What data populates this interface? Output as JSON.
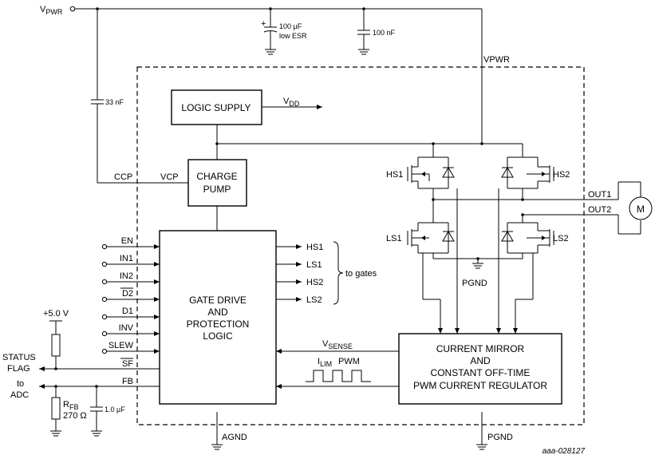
{
  "supply": {
    "vpwr_left": "V",
    "vpwr_left_sub": "PWR",
    "vpwr_bus": "VPWR"
  },
  "caps": {
    "c_bulk_1": "100 µF",
    "c_bulk_2": "low ESR",
    "c_dec": "100 nF",
    "c_pump": "33 nF",
    "c_fb": "1.0 µF"
  },
  "blocks": {
    "logic_supply": "LOGIC SUPPLY",
    "vdd": "V",
    "vdd_sub": "DD",
    "charge_pump_1": "CHARGE",
    "charge_pump_2": "PUMP",
    "ccp": "CCP",
    "vcp": "VCP",
    "gate_drive_1": "GATE DRIVE",
    "gate_drive_2": "AND",
    "gate_drive_3": "PROTECTION",
    "gate_drive_4": "LOGIC",
    "mirror_1": "CURRENT MIRROR",
    "mirror_2": "AND",
    "mirror_3": "CONSTANT OFF-TIME",
    "mirror_4": "PWM CURRENT REGULATOR"
  },
  "inputs": [
    "EN",
    "IN1",
    "IN2",
    "D2",
    "D1",
    "INV",
    "SLEW",
    "SF",
    "FB"
  ],
  "gate_outputs": [
    "HS1",
    "LS1",
    "HS2",
    "LS2"
  ],
  "to_gates": "to gates",
  "bridge": {
    "hs1": "HS1",
    "hs2": "HS2",
    "ls1": "LS1",
    "ls2": "LS2",
    "pgnd_inner": "PGND",
    "out1": "OUT1",
    "out2": "OUT2",
    "motor": "M"
  },
  "sense": {
    "v": "V",
    "sub": "SENSE",
    "ilim": "I",
    "ilim_sub": "LIM",
    "pwm": "PWM"
  },
  "external": {
    "plus5": "+5.0 V",
    "status_1": "STATUS",
    "status_2": "FLAG",
    "adc_1": "to",
    "adc_2": "ADC",
    "rfb": "R",
    "rfb_sub": "FB",
    "rfb_val": "270 Ω"
  },
  "grounds": {
    "agnd": "AGND",
    "pgnd": "PGND"
  },
  "figure_id": "aaa-028127"
}
